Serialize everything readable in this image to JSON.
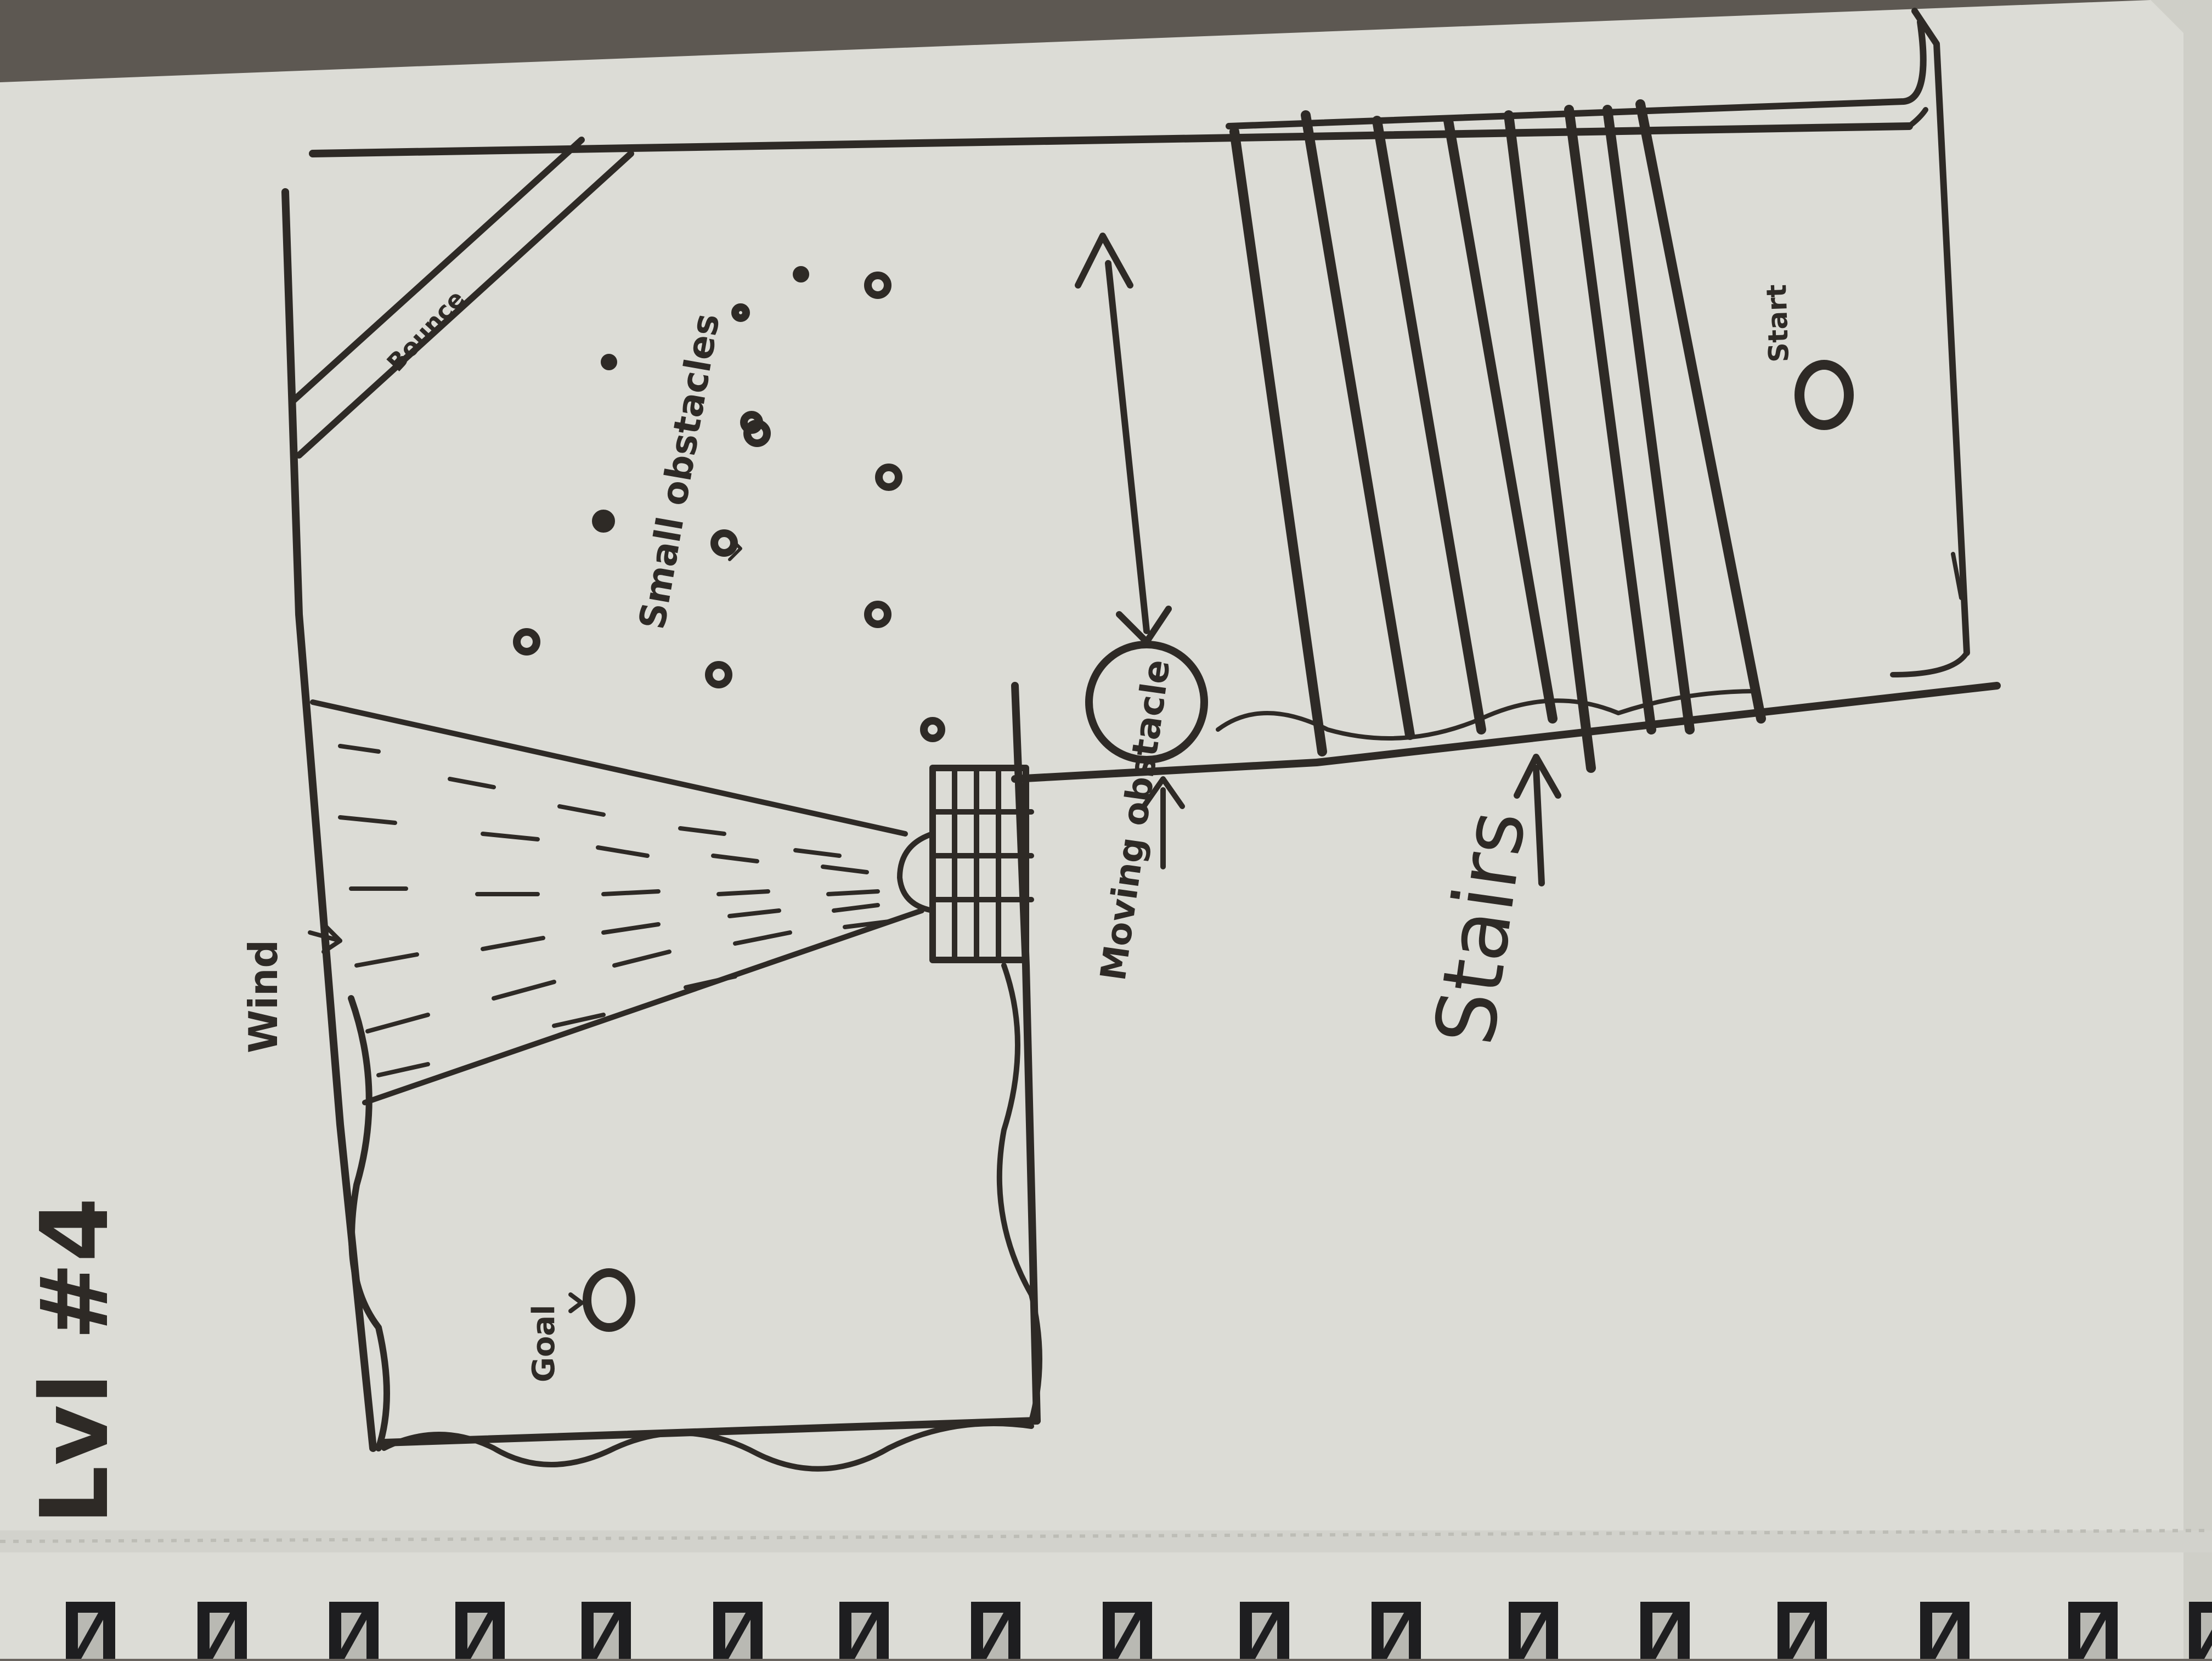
{
  "sketch": {
    "level_label": "Lvl #4",
    "labels": {
      "wind": "Wind",
      "goal": "Goal",
      "bounce": "Bounce",
      "small_obstacles": "Small obstacles",
      "moving_obstacle": "Moving obstacle",
      "stairs": "Stairs",
      "start": "Start"
    }
  },
  "colors": {
    "ink": "#2e2a26",
    "paper": "#d8d8d2",
    "binder": "#1e1e20",
    "desk": "#6a6560"
  }
}
